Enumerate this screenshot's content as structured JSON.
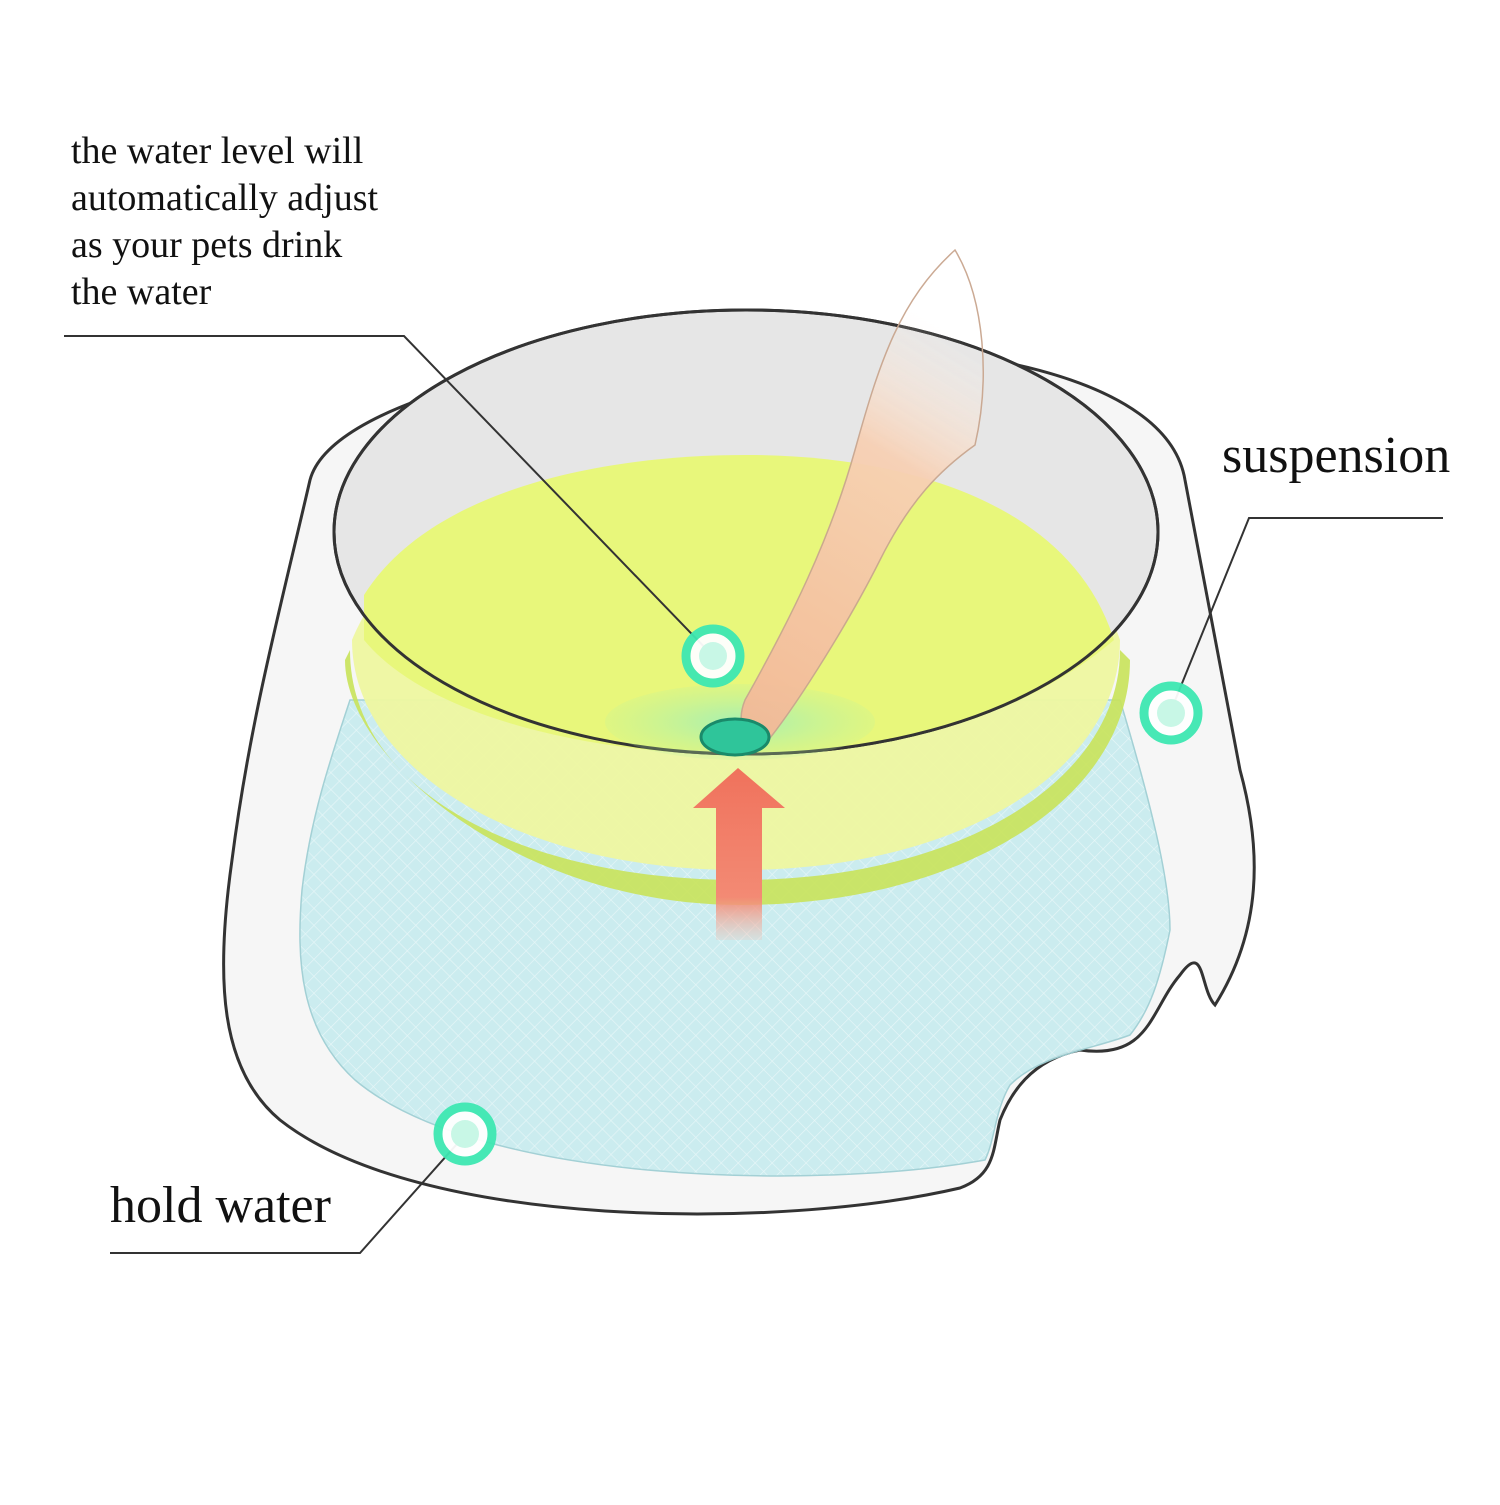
{
  "labels": {
    "water_level": [
      "the water level will",
      "automatically adjust",
      "as your pets drink",
      "the water"
    ],
    "suspension": "suspension",
    "hold_water": "hold water"
  },
  "colors": {
    "outline": "#333333",
    "bowl_body": "#f6f6f6",
    "bowl_inner": "#e6e6e6",
    "float_disc": "#e9f77e",
    "float_ring": "#c9e35a",
    "water": "#bfe6ea",
    "marker": "#3ee8b2",
    "arrow": "#f0725c",
    "tongue": "#f6c9a8"
  },
  "icons": [
    "callout-marker-icon",
    "up-arrow-icon"
  ]
}
